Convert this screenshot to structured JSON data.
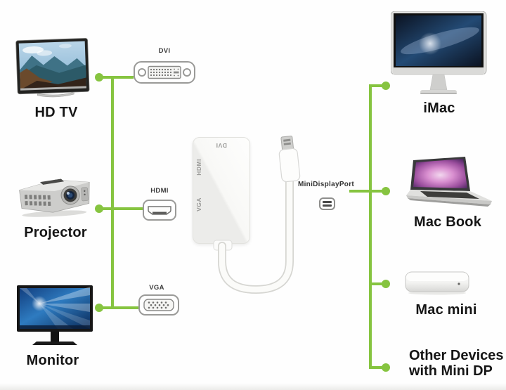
{
  "colors": {
    "line_green": "#86C440"
  },
  "left_devices": [
    {
      "label": "HD TV"
    },
    {
      "label": "Projector"
    },
    {
      "label": "Monitor"
    }
  ],
  "connectors": [
    {
      "label": "DVI"
    },
    {
      "label": "HDMI"
    },
    {
      "label": "VGA"
    }
  ],
  "adapter": {
    "ports": {
      "dvi": "DVI",
      "hdmi": "HDMI",
      "vga": "VGA"
    }
  },
  "minidp": {
    "label": "MiniDisplayPort"
  },
  "right_devices": [
    {
      "label": "iMac"
    },
    {
      "label": "Mac Book"
    },
    {
      "label": "Mac mini"
    },
    {
      "label": "Other Devices",
      "label2": "with Mini DP"
    }
  ]
}
